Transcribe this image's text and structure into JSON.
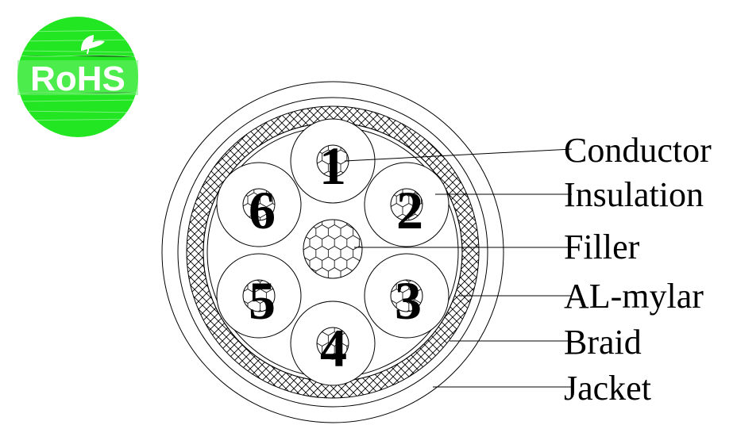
{
  "logo": {
    "text": "RoHS",
    "icon": "leaf-sprout-icon",
    "color": "#22e622",
    "highlight": "#a8f5a8"
  },
  "cores": [
    {
      "label": "1"
    },
    {
      "label": "2"
    },
    {
      "label": "3"
    },
    {
      "label": "4"
    },
    {
      "label": "5"
    },
    {
      "label": "6"
    }
  ],
  "callouts": [
    {
      "key": "conductor",
      "label": "Conductor"
    },
    {
      "key": "insulation",
      "label": "Insulation"
    },
    {
      "key": "filler",
      "label": "Filler"
    },
    {
      "key": "al-mylar",
      "label": "AL-mylar"
    },
    {
      "key": "braid",
      "label": "Braid"
    },
    {
      "key": "jacket",
      "label": "Jacket"
    }
  ],
  "colors": {
    "line": "#000000",
    "background": "#ffffff"
  }
}
